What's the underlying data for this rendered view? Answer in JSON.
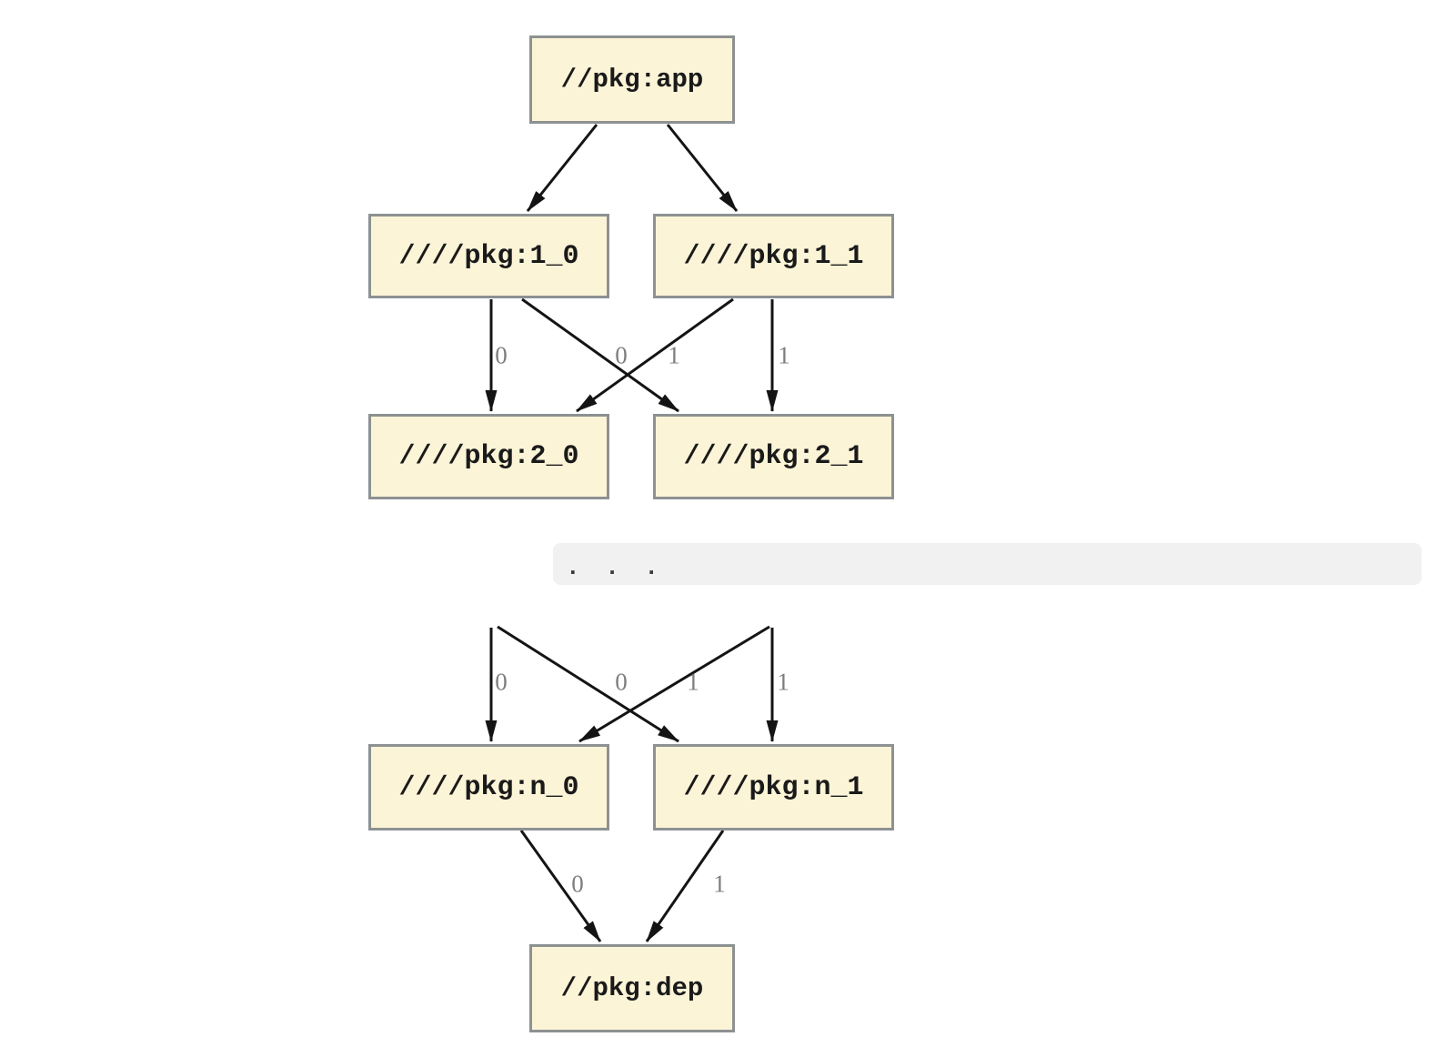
{
  "diagram": {
    "type": "dependency-graph",
    "direction": "top-to-bottom",
    "nodes": {
      "app": {
        "label": "//pkg:app"
      },
      "v1_0": {
        "label": "////pkg:1_0"
      },
      "v1_1": {
        "label": "////pkg:1_1"
      },
      "v2_0": {
        "label": "////pkg:2_0"
      },
      "v2_1": {
        "label": "////pkg:2_1"
      },
      "vn_0": {
        "label": "////pkg:n_0"
      },
      "vn_1": {
        "label": "////pkg:n_1"
      },
      "dep": {
        "label": "//pkg:dep"
      }
    },
    "edges": [
      {
        "from": "//pkg:app",
        "to": "////pkg:1_0",
        "label": ""
      },
      {
        "from": "//pkg:app",
        "to": "////pkg:1_1",
        "label": ""
      },
      {
        "from": "////pkg:1_0",
        "to": "////pkg:2_0",
        "label": "0"
      },
      {
        "from": "////pkg:1_0",
        "to": "////pkg:2_1",
        "label": "0"
      },
      {
        "from": "////pkg:1_1",
        "to": "////pkg:2_0",
        "label": "1"
      },
      {
        "from": "////pkg:1_1",
        "to": "////pkg:2_1",
        "label": "1"
      },
      {
        "from": "…",
        "to": "////pkg:n_0",
        "label": "0"
      },
      {
        "from": "…",
        "to": "////pkg:n_1",
        "label": "0"
      },
      {
        "from": "…",
        "to": "////pkg:n_0",
        "label": "1"
      },
      {
        "from": "…",
        "to": "////pkg:n_1",
        "label": "1"
      },
      {
        "from": "////pkg:n_0",
        "to": "//pkg:dep",
        "label": "0"
      },
      {
        "from": "////pkg:n_1",
        "to": "//pkg:dep",
        "label": "1"
      }
    ],
    "ellipsis": ". . .",
    "colors": {
      "node_fill": "#FCF4D7",
      "node_border": "#8D9192",
      "node_text": "#1A1A1A",
      "edge": "#141414",
      "edge_label": "#7E7E7E",
      "band_bg": "#F1F1F2",
      "dots": "#3A3A3A"
    }
  }
}
